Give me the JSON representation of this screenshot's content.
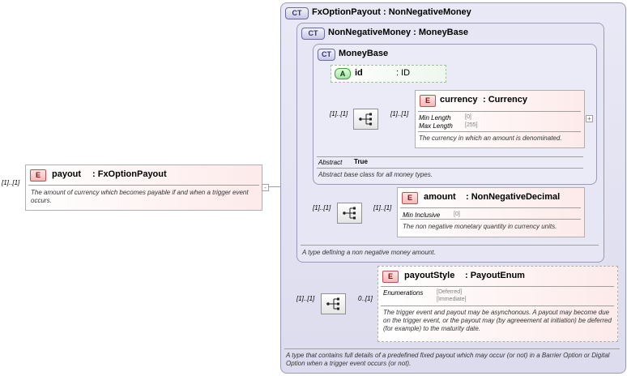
{
  "root": {
    "cardinality": "[1]..[1]",
    "badge": "E",
    "name": "payout",
    "type": ": FxOptionPayout",
    "doc": "The amount of currency which becomes payable if and when a trigger event occurs.",
    "collapse": "-"
  },
  "fxOptionPayout": {
    "badge": "CT",
    "title": "FxOptionPayout : NonNegativeMoney",
    "doc": "A type that contains full details of a predefined fixed payout which may occur (or not) in a Barrier Option or Digital Option when a trigger event occurs (or not)."
  },
  "nonNegativeMoney": {
    "badge": "CT",
    "title": "NonNegativeMoney : MoneyBase",
    "doc": "A type defining a non negative money amount."
  },
  "moneyBase": {
    "badge": "CT",
    "title": "MoneyBase",
    "abstract_label": "Abstract",
    "abstract_value": "True",
    "doc": "Abstract base class for all money types."
  },
  "idAttr": {
    "badge": "A",
    "name": "id",
    "type": ": ID"
  },
  "currency": {
    "seq_card_left": "[1]..[1]",
    "seq_card_right": "[1]..[1]",
    "badge": "E",
    "name": "currency",
    "type": ": Currency",
    "props": [
      {
        "label": "Min Length",
        "value": "[0]"
      },
      {
        "label": "Max Length",
        "value": "[255]"
      }
    ],
    "doc": "The currency in which an amount is denominated.",
    "expand": "+"
  },
  "amount": {
    "seq_card_left": "[1]..[1]",
    "seq_card_right": "[1]..[1]",
    "badge": "E",
    "name": "amount",
    "type": ": NonNegativeDecimal",
    "props": [
      {
        "label": "Min Inclusive",
        "value": "[0]"
      }
    ],
    "doc": "The non negative monetary quantity in currency units."
  },
  "payoutStyle": {
    "seq_card_left": "[1]..[1]",
    "seq_card_right": "0..[1]",
    "badge": "E",
    "name": "payoutStyle",
    "type": ": PayoutEnum",
    "enum_label": "Enumerations",
    "enum_values": [
      "[Deferred]",
      "[Immediate]"
    ],
    "doc": "The trigger event and payout may be asynchonous. A payout may become due on the trigger event, or the payout may (by agreeement at initiation) be deferred (for example) to the maturity date."
  },
  "colors": {
    "ct_border": "#9a9ab8",
    "element_bg": "#fdeaea",
    "element_badge": "#c05050",
    "attr_badge": "#40a040"
  }
}
